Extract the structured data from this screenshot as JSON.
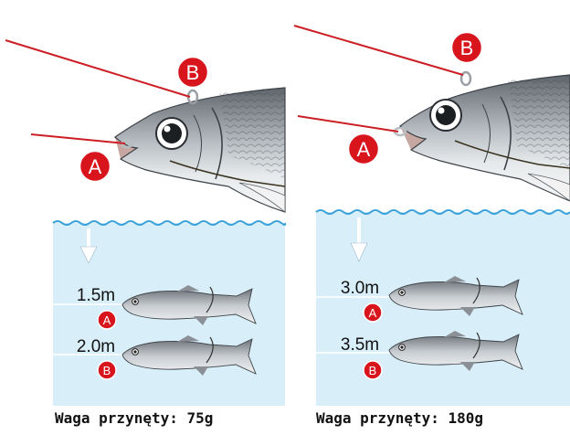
{
  "panels": [
    {
      "caption": "Waga przynęty: 75g",
      "attach_points": [
        {
          "letter": "A",
          "depth": "1.5m"
        },
        {
          "letter": "B",
          "depth": "2.0m"
        }
      ]
    },
    {
      "caption": "Waga przynęty: 180g",
      "attach_points": [
        {
          "letter": "A",
          "depth": "3.0m"
        },
        {
          "letter": "B",
          "depth": "3.5m"
        }
      ]
    }
  ],
  "colors": {
    "marker_red": "#d8141c",
    "line_red": "#cc1f25",
    "water": "#d8eef9",
    "water_line": "#3aa2d8",
    "fish_back": "#6e747a",
    "fish_belly": "#e9ecee"
  }
}
